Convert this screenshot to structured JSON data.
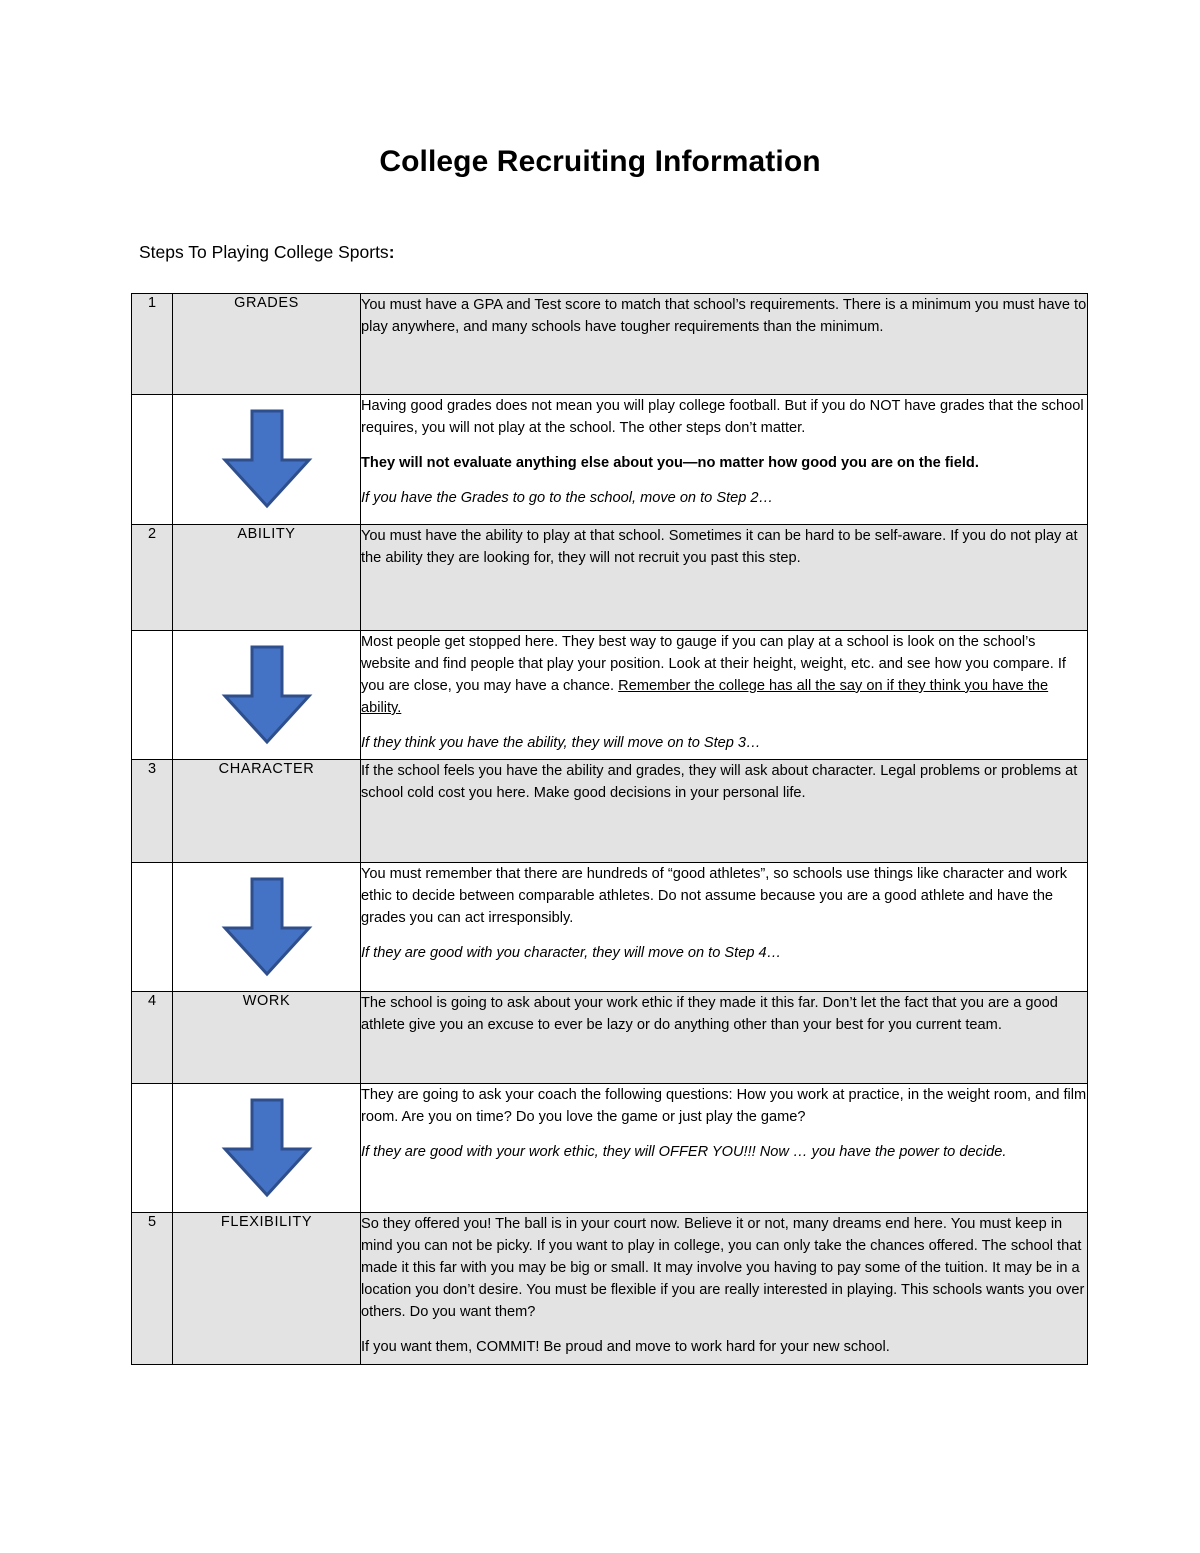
{
  "document": {
    "title": "College Recruiting Information",
    "subtitle_text": "Steps To Playing College Sports",
    "subtitle_colon": ":"
  },
  "colors": {
    "arrow_fill": "#4472C4",
    "arrow_stroke": "#2E4E8C",
    "row_shading": "#E3E3E3",
    "border": "#000000"
  },
  "table": {
    "rows": [
      {
        "kind": "step",
        "number": "1",
        "name": "GRADES",
        "paragraphs": [
          {
            "style": "normal",
            "text": "You must have a GPA and Test score to match that school’s requirements.  There is a minimum you must have to play anywhere, and many schools have tougher requirements than the minimum."
          }
        ]
      },
      {
        "kind": "arrow",
        "icon": "down-arrow-icon",
        "paragraphs": [
          {
            "style": "normal",
            "text": "Having good grades does not mean you will play college football. But if you do NOT have grades that the school requires, you will not play at the school. The other steps don’t matter."
          },
          {
            "style": "bold",
            "text": "They will not evaluate anything else about you—no matter how good you are on the field."
          },
          {
            "style": "italic",
            "text": "If you have the Grades to go to the school, move on to Step 2…"
          }
        ]
      },
      {
        "kind": "step",
        "number": "2",
        "name": "ABILITY",
        "paragraphs": [
          {
            "style": "normal",
            "text": "You must have the ability to play at that school.  Sometimes it can be hard to be self-aware.  If you do not play at the ability they are looking for, they will not recruit you past this step."
          }
        ]
      },
      {
        "kind": "arrow",
        "icon": "down-arrow-icon",
        "paragraphs": [
          {
            "style": "mixed-underline",
            "text_plain": "Most people get stopped here.  They best way to gauge if you can play at a school is look on the school’s website and find people that play your position.  Look at their height, weight, etc. and see how you compare.  If you are close, you may have a chance.  ",
            "text_underlined": "Remember the college has all the say on if they think you have the ability."
          },
          {
            "style": "italic",
            "text": "If they think you have the ability, they will move on to Step 3…"
          }
        ]
      },
      {
        "kind": "step",
        "number": "3",
        "name": "CHARACTER",
        "paragraphs": [
          {
            "style": "normal",
            "text": "If the school feels you have the ability and grades, they will ask about character.  Legal problems or problems at school cold cost you here.  Make good decisions in your personal life."
          }
        ]
      },
      {
        "kind": "arrow",
        "icon": "down-arrow-icon",
        "paragraphs": [
          {
            "style": "normal",
            "text": "You must remember that there are hundreds of “good athletes”, so schools use things like character and work ethic to decide between comparable athletes.  Do not assume because you are a good athlete and have the grades you can act irresponsibly."
          },
          {
            "style": "italic",
            "text": "If they are good with you character, they will move on to Step 4…"
          }
        ]
      },
      {
        "kind": "step",
        "number": "4",
        "name": "WORK",
        "paragraphs": [
          {
            "style": "normal",
            "text": "The school is going to ask about your work ethic if they made it this far.  Don’t let the fact that you are a good athlete give you an excuse to ever be lazy or do anything other than your best for you current team."
          }
        ]
      },
      {
        "kind": "arrow",
        "icon": "down-arrow-icon",
        "paragraphs": [
          {
            "style": "normal",
            "text": "They are going to ask your coach the following questions: How you work at practice, in the weight room, and film room.  Are you on time? Do you love the game or just play the game?"
          },
          {
            "style": "italic",
            "text": "If they are good with your work ethic, they will OFFER YOU!!! Now … you have the power to decide."
          }
        ]
      },
      {
        "kind": "step",
        "number": "5",
        "name": "FLEXIBILITY",
        "paragraphs": [
          {
            "style": "normal",
            "text": "So they offered you!  The ball is in your court now.  Believe it or not, many dreams end here.  You must keep in mind you can not be picky.  If you want to play in college, you can only take the chances offered.  The school that made it this far with you may be big or small.  It may involve you having to pay some of the tuition.  It may be in a location you don’t desire.  You must be flexible if you are really interested in playing.  This schools wants you over others.  Do you want them?"
          },
          {
            "style": "normal",
            "text": "If you want them, COMMIT!  Be proud and move to work hard for your new school."
          }
        ]
      }
    ]
  }
}
